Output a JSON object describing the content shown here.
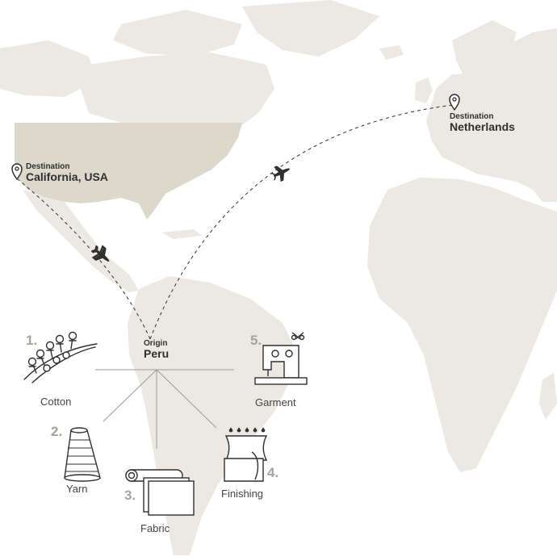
{
  "colors": {
    "land": "#ebe9e1",
    "land_highlight": "#dcd8cc",
    "ocean": "#ffffff",
    "ink": "#2f2f2f",
    "step_number": "#a6a39c"
  },
  "destinations": [
    {
      "small": "Destination",
      "big": "California, USA",
      "icon": "map-pin-icon"
    },
    {
      "small": "Destination",
      "big": "Netherlands",
      "icon": "map-pin-icon"
    }
  ],
  "origin": {
    "small": "Origin",
    "big": "Peru"
  },
  "flight_icon": "airplane-icon",
  "steps": [
    {
      "number": "1.",
      "name": "Cotton",
      "icon": "cotton-plant-icon"
    },
    {
      "number": "2.",
      "name": "Yarn",
      "icon": "yarn-cone-icon"
    },
    {
      "number": "3.",
      "name": "Fabric",
      "icon": "fabric-roll-icon"
    },
    {
      "number": "4.",
      "name": "Finishing",
      "icon": "finishing-wash-icon"
    },
    {
      "number": "5.",
      "name": "Garment",
      "icon": "sewing-machine-icon"
    }
  ]
}
